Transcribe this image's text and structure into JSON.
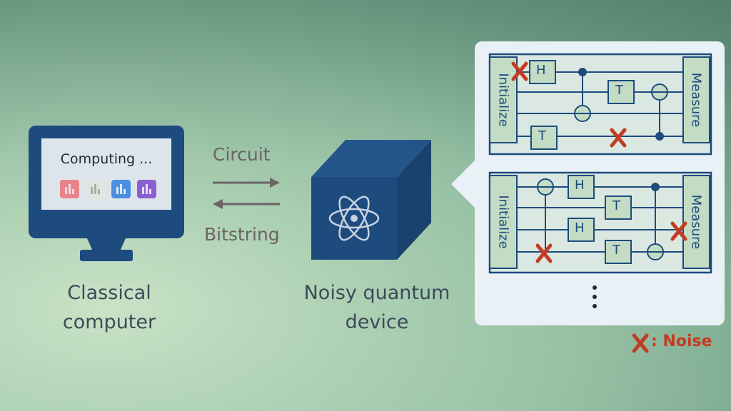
{
  "computer": {
    "screen_text": "Computing ...",
    "label_line1": "Classical",
    "label_line2": "computer",
    "tile_colors": [
      "#e8838a",
      "#e2e4e0",
      "#4a8fe0",
      "#8b5fd0"
    ]
  },
  "arrows": {
    "forward_label": "Circuit",
    "back_label": "Bitstring"
  },
  "device": {
    "label_line1": "Noisy quantum",
    "label_line2": "device",
    "icon": "atom-icon"
  },
  "circuits": [
    {
      "initialize_label": "Initialize",
      "measure_label": "Measure",
      "gates": [
        "H",
        "T",
        "T"
      ]
    },
    {
      "initialize_label": "Initialize",
      "measure_label": "Measure",
      "gates": [
        "H",
        "T",
        "H",
        "T"
      ]
    }
  ],
  "more_indicator": "ellipsis-icon",
  "legend": {
    "noise_label": ": Noise",
    "icon": "cross-icon"
  },
  "colors": {
    "navy": "#1d4b7e",
    "noise_red": "#c23b22",
    "panel_bg": "#e9f1f7"
  }
}
